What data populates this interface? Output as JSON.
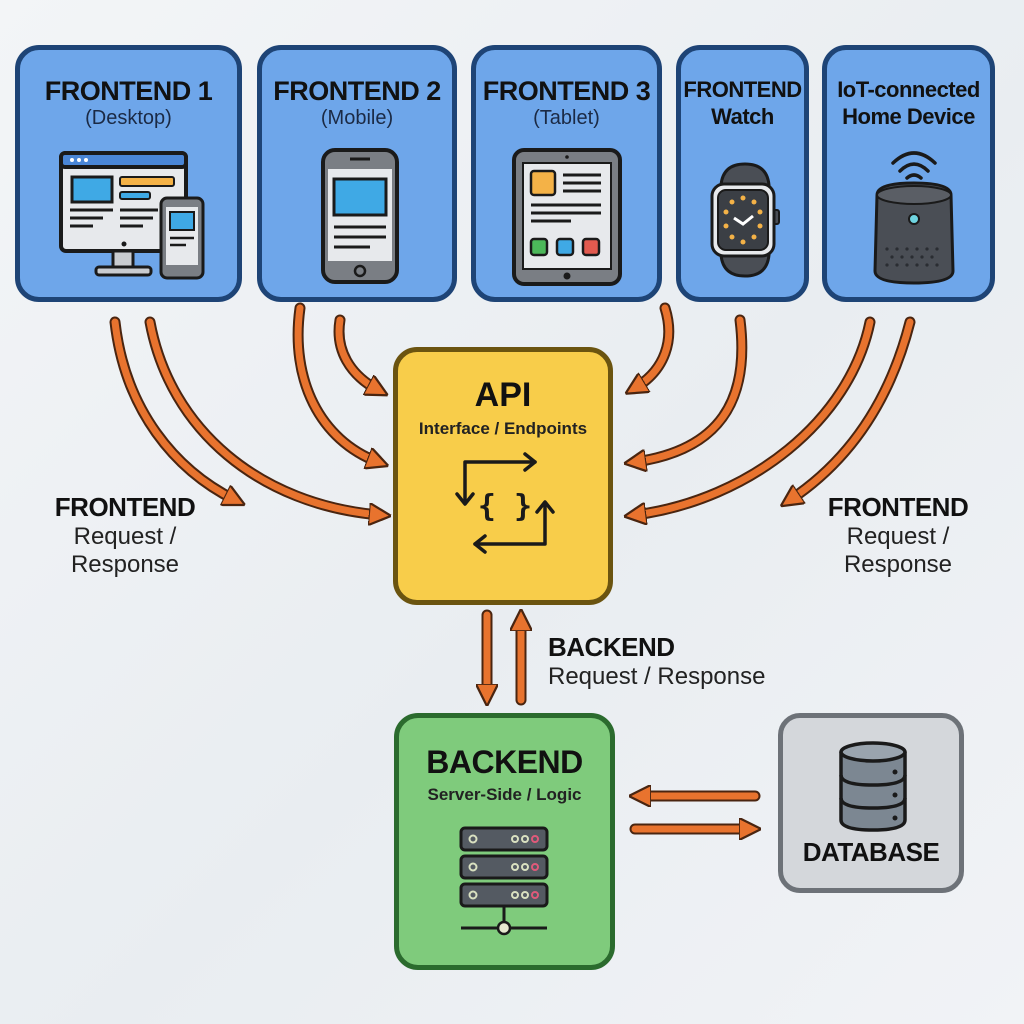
{
  "frontends": [
    {
      "title": "FRONTEND 1",
      "subtitle": "(Desktop)",
      "icon": "desktop-and-phone-icon"
    },
    {
      "title": "FRONTEND 2",
      "subtitle": "(Mobile)",
      "icon": "smartphone-icon"
    },
    {
      "title": "FRONTEND 3",
      "subtitle": "(Tablet)",
      "icon": "tablet-icon"
    },
    {
      "title_line1": "FRONTEND",
      "title_line2": "Watch",
      "icon": "smartwatch-icon"
    },
    {
      "title_line1": "IoT-connected",
      "title_line2": "Home Device",
      "icon": "smart-speaker-icon"
    }
  ],
  "api": {
    "title": "API",
    "subtitle": "Interface / Endpoints",
    "icon": "api-cycle-braces-icon"
  },
  "backend": {
    "title": "BACKEND",
    "subtitle": "Server-Side / Logic",
    "icon": "server-rack-icon"
  },
  "database": {
    "title": "DATABASE",
    "icon": "database-cylinder-icon"
  },
  "labels": {
    "frontend_left": {
      "title": "FRONTEND",
      "line1": "Request /",
      "line2": "Response"
    },
    "frontend_right": {
      "title": "FRONTEND",
      "line1": "Request /",
      "line2": "Response"
    },
    "backend_link": {
      "title": "BACKEND",
      "line1": "Request / Response"
    }
  },
  "colors": {
    "frontend_fill": "#6ea6ea",
    "frontend_border": "#1e4476",
    "api_fill": "#f8cd4a",
    "backend_fill": "#7fcb7c",
    "database_fill": "#d4d7db",
    "arrow": "#e8732e"
  }
}
